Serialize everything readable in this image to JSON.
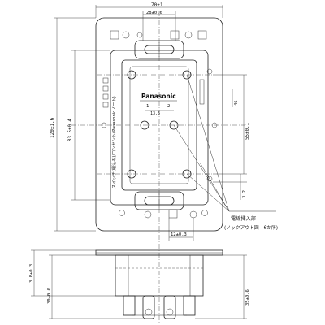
{
  "title_block": {
    "brand": "Panasonic"
  },
  "dimensions": {
    "top_outer_width": "70±1",
    "top_inner_width": "28±0.6",
    "left_total_height": "120±1.6",
    "left_inner_height": "83.5±0.4",
    "right_upper": "46",
    "right_center": "55±0.1",
    "right_lower": "3.2",
    "center_small": "13.5",
    "bottom_inner": "12±0.3",
    "side_a": "3.8±0.3",
    "side_b": "30±0.6",
    "side_c": "35±0.6"
  },
  "labels": {
    "callout_line1": "電線挿入部",
    "callout_line2": "(ノックアウト図　6か所)",
    "vertical_note": "スイッチ(組込み)/コンセント(Panasonicノート)"
  }
}
